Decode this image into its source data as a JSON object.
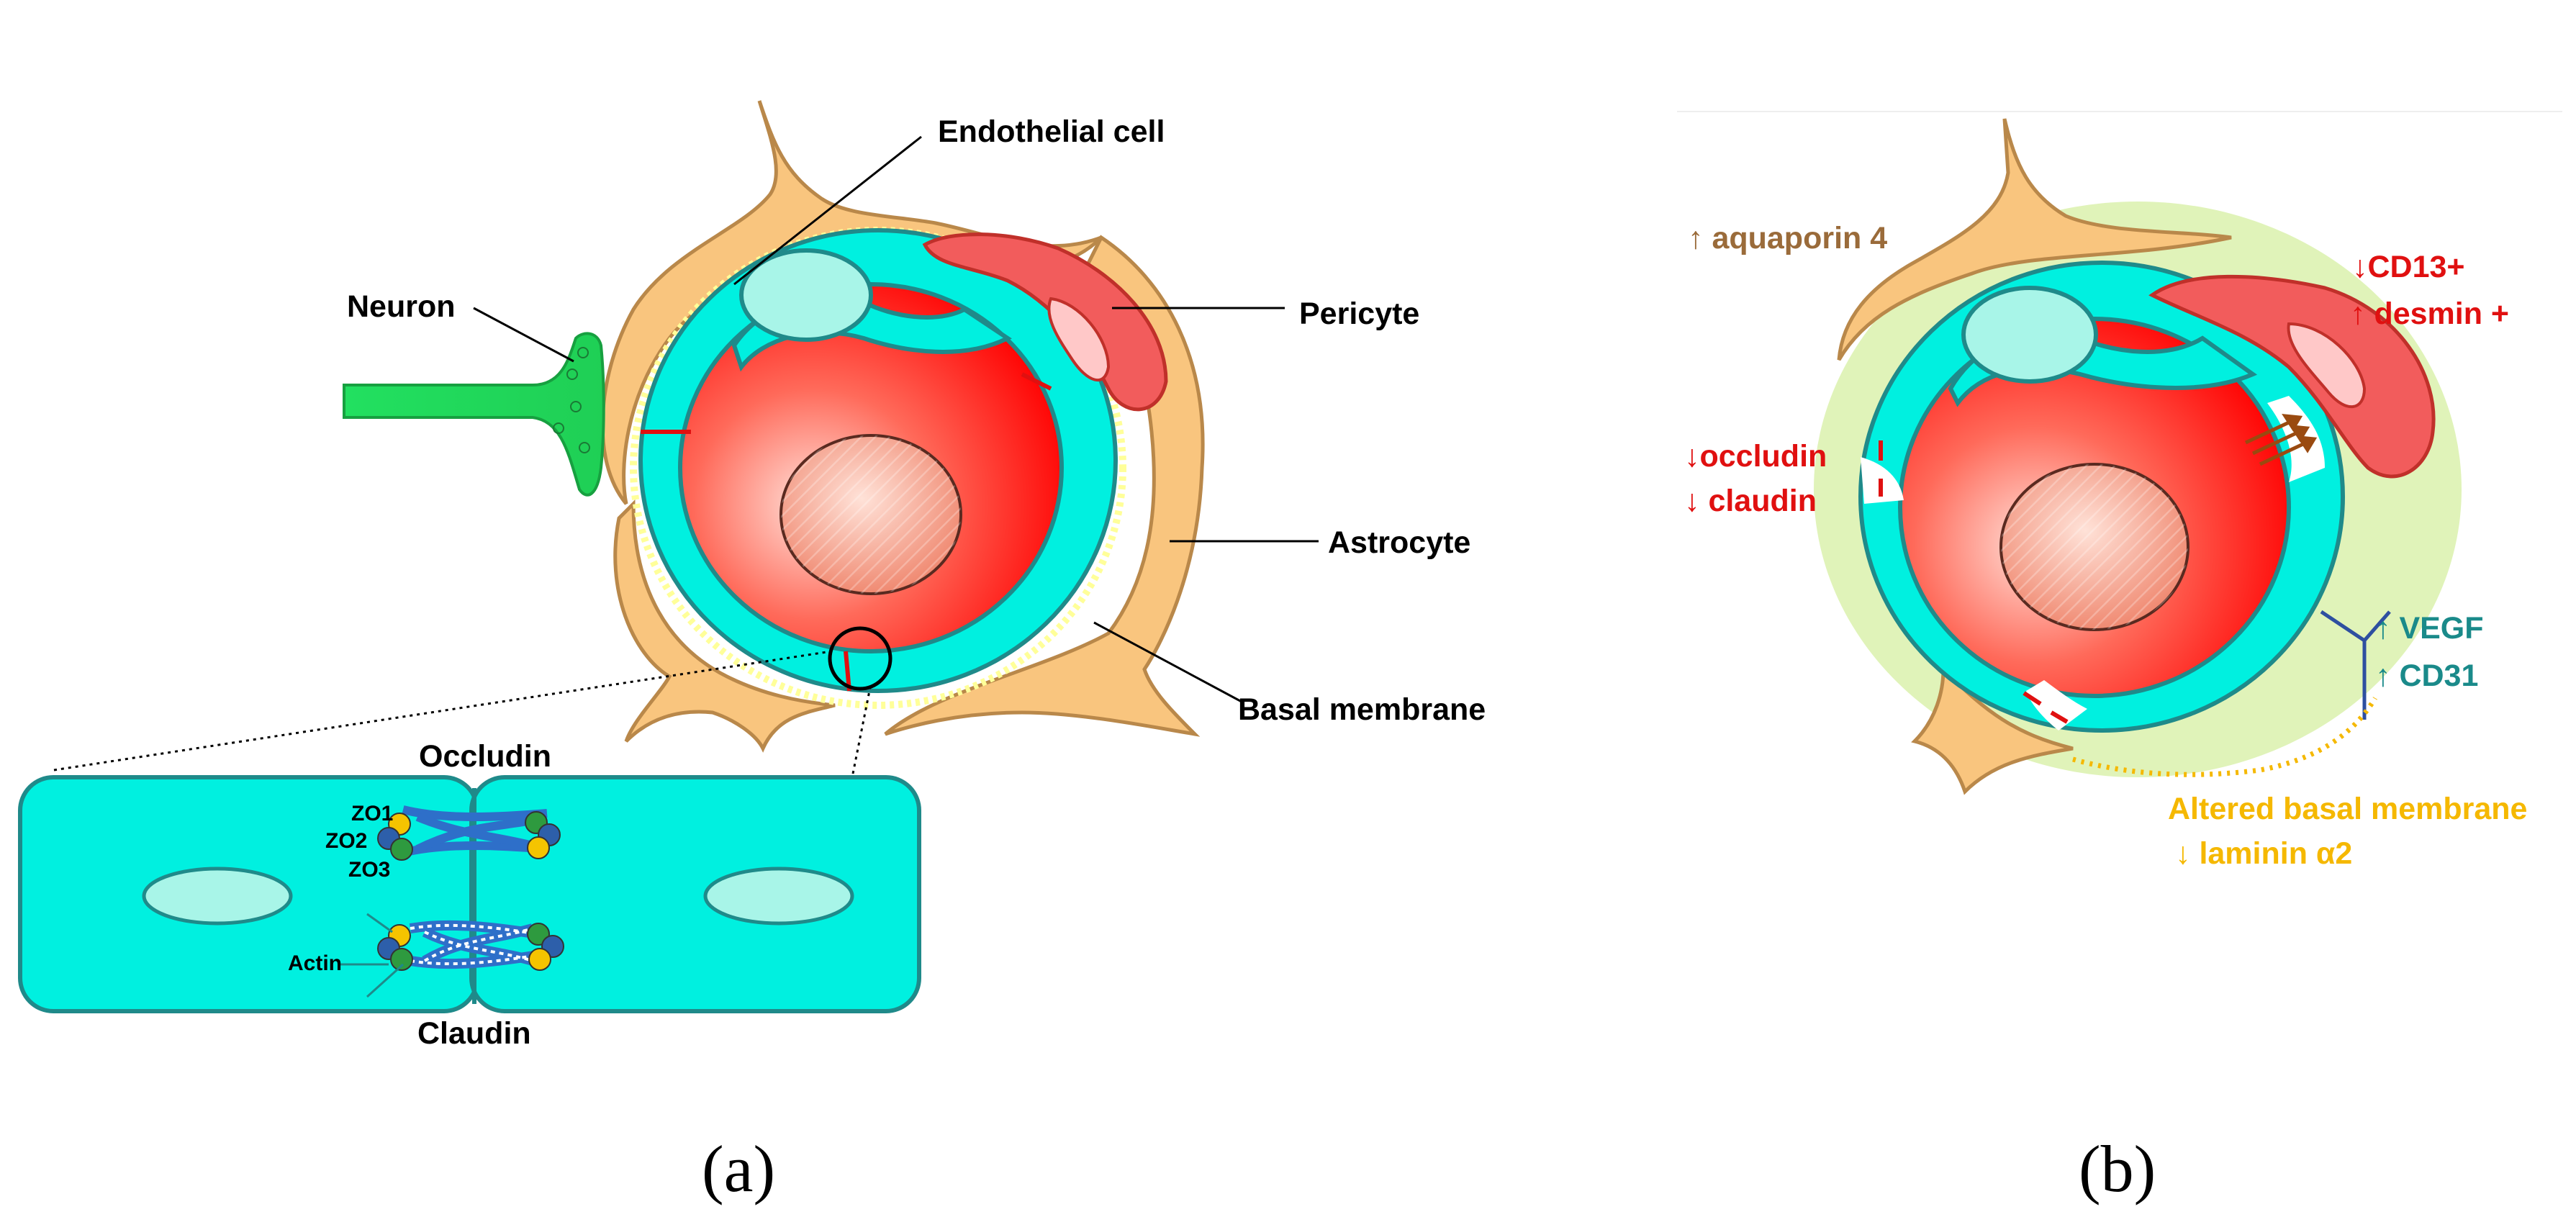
{
  "colors": {
    "endothelium": "#00F0E0",
    "endothelium_stroke": "#1F8A8A",
    "lumen_red": "#FF1A1A",
    "astrocyte": "#F9C57E",
    "astrocyte_stroke": "#B9884A",
    "pericyte": "#F25C5C",
    "neuron": "#22E060",
    "basal_membrane": "#FFFF88",
    "altered_annotation": "#F5B800",
    "up_down_red": "#E01010",
    "aquaporin_brown": "#9A6B3A",
    "vegf_teal": "#1A8A8A",
    "edema_green": "#D8F0A8"
  },
  "panel_a": {
    "caption": "(a)",
    "labels": {
      "endothelial_cell": "Endothelial cell",
      "neuron": "Neuron",
      "pericyte": "Pericyte",
      "astrocyte": "Astrocyte",
      "basal_membrane": "Basal membrane"
    },
    "inset": {
      "occludin": "Occludin",
      "claudin": "Claudin",
      "zo1": "ZO1",
      "zo2": "ZO2",
      "zo3": "ZO3",
      "actin": "Actin"
    }
  },
  "panel_b": {
    "caption": "(b)",
    "annotations": {
      "aquaporin": "↑ aquaporin 4",
      "cd13": "↓CD13+",
      "desmin": "↑ desmin +",
      "occludin": "↓occludin",
      "claudin": "↓ claudin",
      "vegf": "↑ VEGF",
      "cd31": "↑ CD31",
      "basal_membrane": "Altered basal membrane",
      "laminin": "↓  laminin α2"
    }
  }
}
